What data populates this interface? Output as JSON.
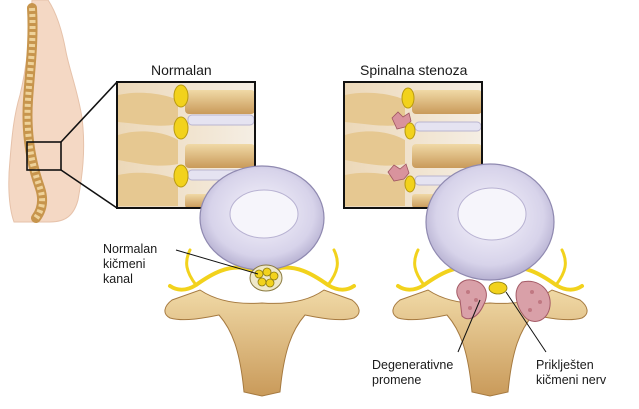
{
  "panels": {
    "normal": {
      "title": "Normalan"
    },
    "stenosis": {
      "title": "Spinalna stenoza"
    }
  },
  "annotations": {
    "normal_canal": [
      "Normalan",
      "kičmeni",
      "kanal"
    ],
    "degenerative": [
      "Degenerativne",
      "promene"
    ],
    "pinched_nerve": [
      "Priklješten",
      "kičmeni nerv"
    ]
  },
  "colors": {
    "bone": "#e8c98a",
    "bone_shadow": "#b88a4e",
    "disc": "#d9d6ec",
    "disc_inner": "#f3f1fb",
    "nerve": "#f2d21c",
    "inflamed": "#d9a0a8",
    "skin": "#f4d8c4",
    "outline": "#111111"
  }
}
